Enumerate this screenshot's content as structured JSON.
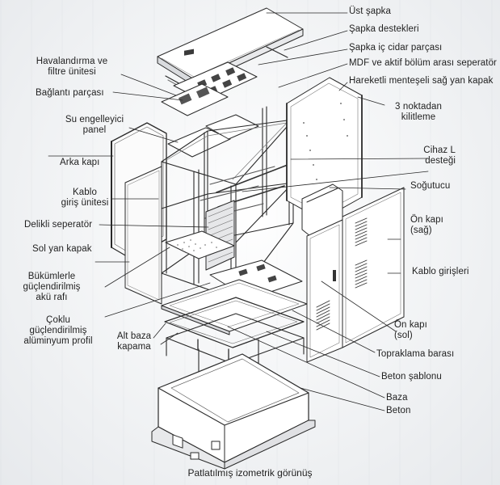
{
  "caption": "Patlatılmış izometrik görünüş",
  "labels": {
    "ust_sapka": "Üst şapka",
    "sapka_destekleri": "Şapka destekleri",
    "sapka_ic_cidar": "Şapka iç cidar parçası",
    "mdf_separator": "MDF ve aktif bölüm arası seperatör",
    "hareketli_kapak": "Hareketli menteşeli sağ yan kapak",
    "kilitleme_1": "3 noktadan",
    "kilitleme_2": "kilitleme",
    "cihaz_l_1": "Cihaz L",
    "cihaz_l_2": "desteği",
    "sogutucu": "Soğutucu",
    "on_kapi_sag_1": "Ön kapı",
    "on_kapi_sag_2": "(sağ)",
    "kablo_girisleri": "Kablo girişleri",
    "on_kapi_sol_1": "Ön kapı",
    "on_kapi_sol_2": "(sol)",
    "topraklama": "Topraklama barası",
    "beton_sablonu": "Beton şablonu",
    "baza": "Baza",
    "beton": "Beton",
    "havalandirma_1": "Havalandırma ve",
    "havalandirma_2": "filtre ünitesi",
    "baglanti": "Bağlantı parçası",
    "su_engelleyici_1": "Su engelleyici",
    "su_engelleyici_2": "panel",
    "arka_kapi": "Arka kapı",
    "kablo_giris_1": "Kablo",
    "kablo_giris_2": "giriş ünitesi",
    "delikli": "Delikli seperatör",
    "sol_yan": "Sol yan kapak",
    "aku_1": "Bükümlerle",
    "aku_2": "güçlendirilmiş",
    "aku_3": "akü rafı",
    "profil_1": "Çoklu",
    "profil_2": "güçlendirilmiş",
    "profil_3": "alüminyum profil",
    "alt_baza_1": "Alt baza",
    "alt_baza_2": "kapama"
  }
}
